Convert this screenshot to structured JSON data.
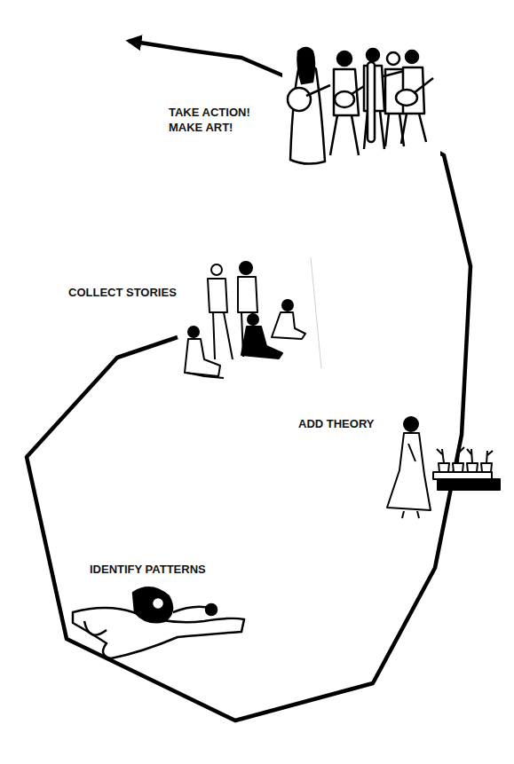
{
  "diagram": {
    "labels": [
      "TAKE ACTION! MAKE ART!",
      "COLLECT STORIES",
      "ADD THEORY",
      "IDENTIFY PATTERNS"
    ]
  }
}
